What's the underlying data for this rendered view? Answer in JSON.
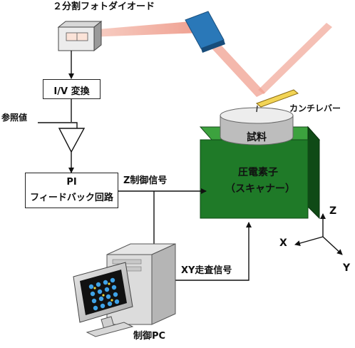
{
  "labels": {
    "photodiode": "２分割フォトダイオード",
    "iv_converter": "I/V 変換",
    "reference": "参照値",
    "pi_line1": "PI",
    "pi_line2": "フィードバック回路",
    "z_signal": "Z制御信号",
    "xy_signal": "XY走査信号",
    "cantilever": "カンチレバー",
    "sample": "試料",
    "piezo_line1": "圧電素子",
    "piezo_line2": "（スキャナー）",
    "control_pc": "制御PC",
    "axis_x": "X",
    "axis_y": "Y",
    "axis_z": "Z"
  },
  "colors": {
    "laser": "#f0a090",
    "mirror": "#2a78b8",
    "piezo_front": "#1f7a28",
    "piezo_top": "#3ca23e",
    "piezo_side": "#0f4a16",
    "cantilever": "#f2d455",
    "sample_top": "#e8e8e8",
    "sample_side": "#b8b8b8"
  },
  "icons": {
    "photodiode": "photodiode-sensor-icon",
    "mirror": "mirror-icon",
    "amplifier": "comparator-triangle-icon",
    "pc": "desktop-computer-icon",
    "axes": "xyz-axes-icon"
  }
}
